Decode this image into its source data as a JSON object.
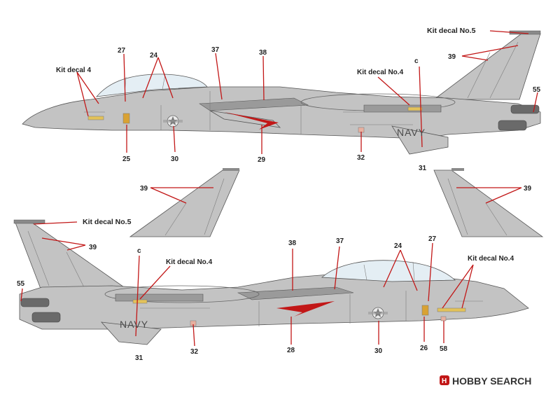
{
  "labels": {
    "top": {
      "kit_decal_4": "Kit decal 4",
      "n27": "27",
      "n24": "24",
      "n37": "37",
      "n38": "38",
      "kit_decal_no4": "Kit decal No.4",
      "c": "c",
      "kit_decal_no5": "Kit decal No.5",
      "n39": "39",
      "n55": "55",
      "n25": "25",
      "n30": "30",
      "n29": "29",
      "n32": "32",
      "n31": "31",
      "navy": "NAVY"
    },
    "fins": {
      "left_39": "39",
      "right_39": "39"
    },
    "bottom": {
      "kit_decal_no5": "Kit decal No.5",
      "n39": "39",
      "c": "c",
      "kit_decal_no4_left": "Kit decal No.4",
      "n38": "38",
      "n37": "37",
      "n24": "24",
      "n27": "27",
      "kit_decal_no4_right": "Kit decal No.4",
      "n55": "55",
      "navy": "NAVY",
      "n31": "31",
      "n32": "32",
      "n28": "28",
      "n30": "30",
      "n26": "26",
      "n58": "58"
    }
  },
  "watermark": {
    "brand": "HOBBY SEARCH"
  },
  "colors": {
    "aircraft_gray": "#c3c3c3",
    "leader_red": "#c21717",
    "canopy": "#e4eef4"
  }
}
